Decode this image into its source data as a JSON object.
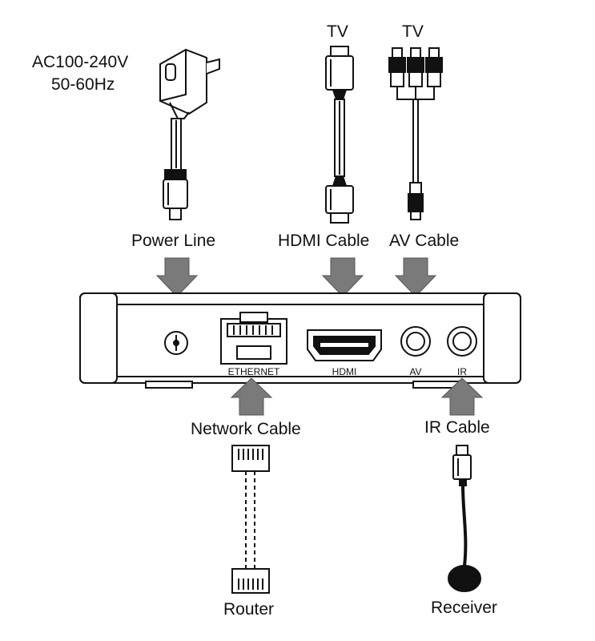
{
  "power_spec": {
    "line1": "AC100-240V",
    "line2": "50-60Hz"
  },
  "top_targets": {
    "hdmi_tv": "TV",
    "av_tv": "TV"
  },
  "cable_labels": {
    "power": "Power Line",
    "hdmi": "HDMI Cable",
    "av": "AV Cable",
    "network": "Network Cable",
    "ir": "IR Cable"
  },
  "ports": {
    "ethernet": "ETHERNET",
    "hdmi": "HDMI",
    "av": "AV",
    "ir": "IR"
  },
  "devices": {
    "router": "Router",
    "receiver": "Receiver"
  },
  "colors": {
    "line": "#111111",
    "arrow": "#7a7a7a",
    "background": "#ffffff"
  }
}
